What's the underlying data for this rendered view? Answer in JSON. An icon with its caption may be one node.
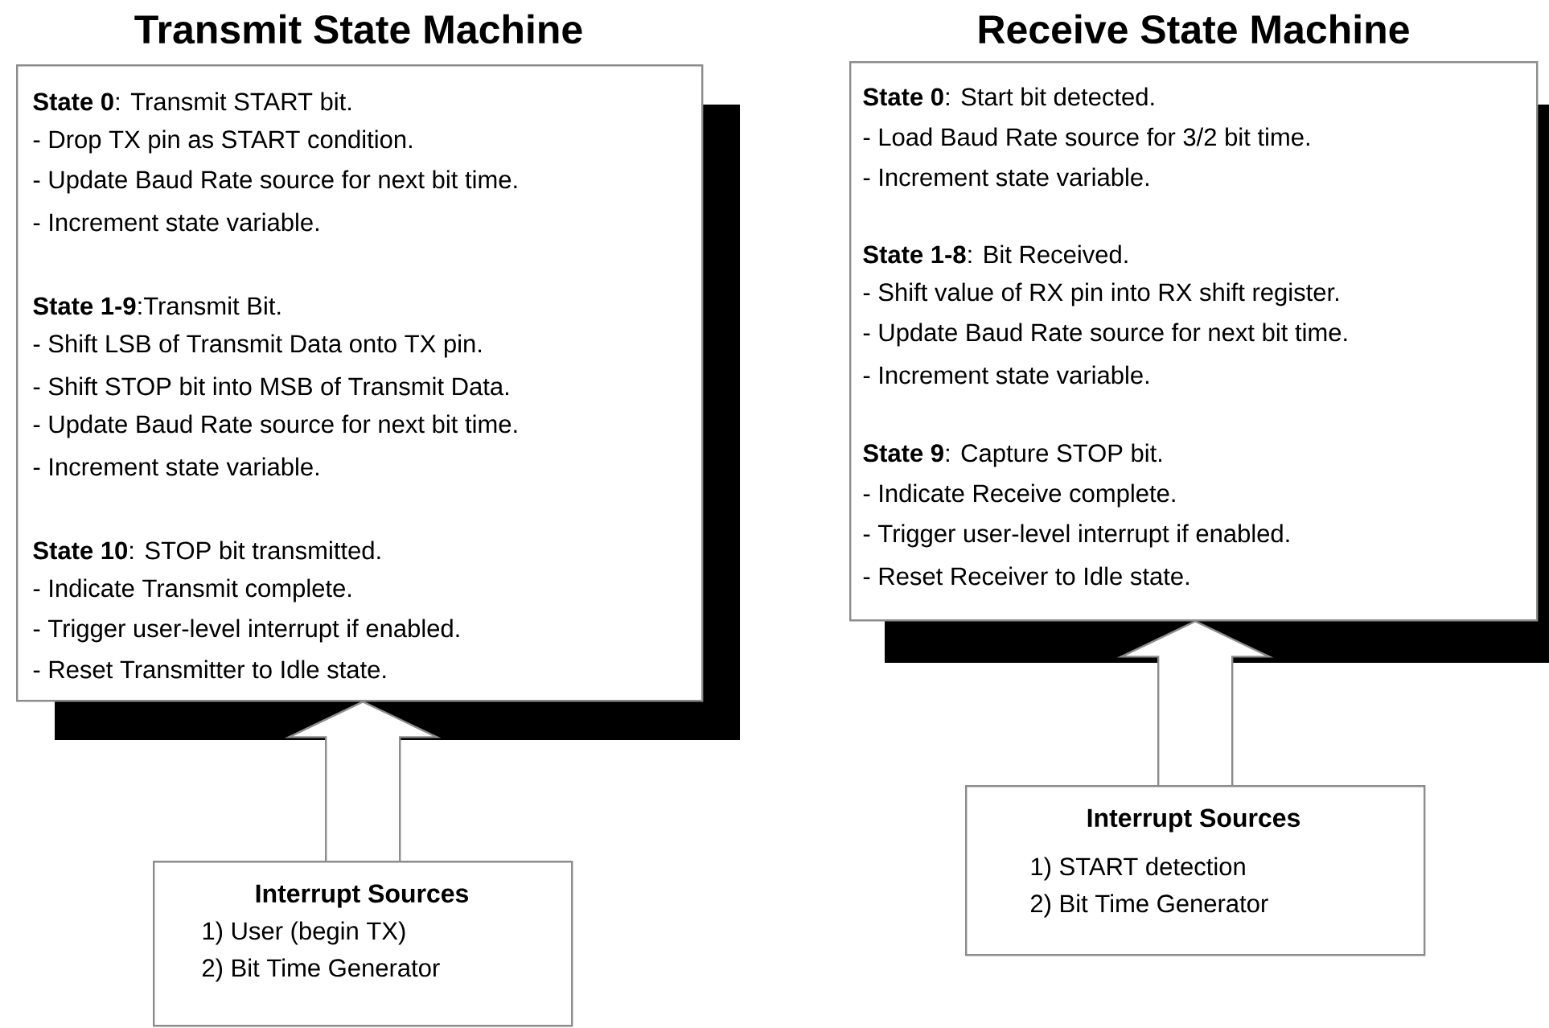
{
  "diagram": {
    "nodes": [
      {
        "text": [
          "Transmit State Machine",
          "**State 0**: Transmit START bit.",
          "- Drop TX pin as START condition.",
          "- Update Baud Rate source for next bit time.",
          "- Increment state variable.",
          "**State 1-9**:Transmit Bit.",
          "- Shift LSB of Transmit Data onto TX pin.",
          "- Shift STOP bit into MSB of Transmit Data.",
          "- Update Baud Rate source for next bit time.",
          "- Increment state variable.",
          "**State 10**: STOP bit transmitted.",
          "- Indicate Transmit complete.",
          "- Trigger user-level interrupt if enabled.",
          "- Reset Transmitter to Idle state."
        ]
      },
      {
        "text": [
          "Receive State Machine",
          "**State 0**: Start bit detected.",
          "- Load Baud Rate source for 3/2 bit time.",
          "- Increment state variable.",
          "**State 1-8**: Bit Received.",
          "- Shift value of RX pin into RX shift register.",
          "- Update Baud Rate source for next bit time.",
          "- Increment state variable.",
          "**State 9**: Capture STOP bit.",
          "- Indicate Receive complete.",
          "- Trigger user-level interrupt if enabled.",
          "- Reset Receiver to Idle state."
        ]
      },
      {
        "text": [
          "Interrupt Sources",
          "1) User (begin TX)",
          "2) Bit Time Generator"
        ]
      },
      {
        "text": [
          "Interrupt Sources",
          "1) START detection",
          "2) Bit Time Generator"
        ]
      }
    ],
    "edges": [
      {
        "from": 2,
        "to": 0,
        "arrow": "to"
      },
      {
        "from": 3,
        "to": 1,
        "arrow": "to"
      }
    ]
  }
}
